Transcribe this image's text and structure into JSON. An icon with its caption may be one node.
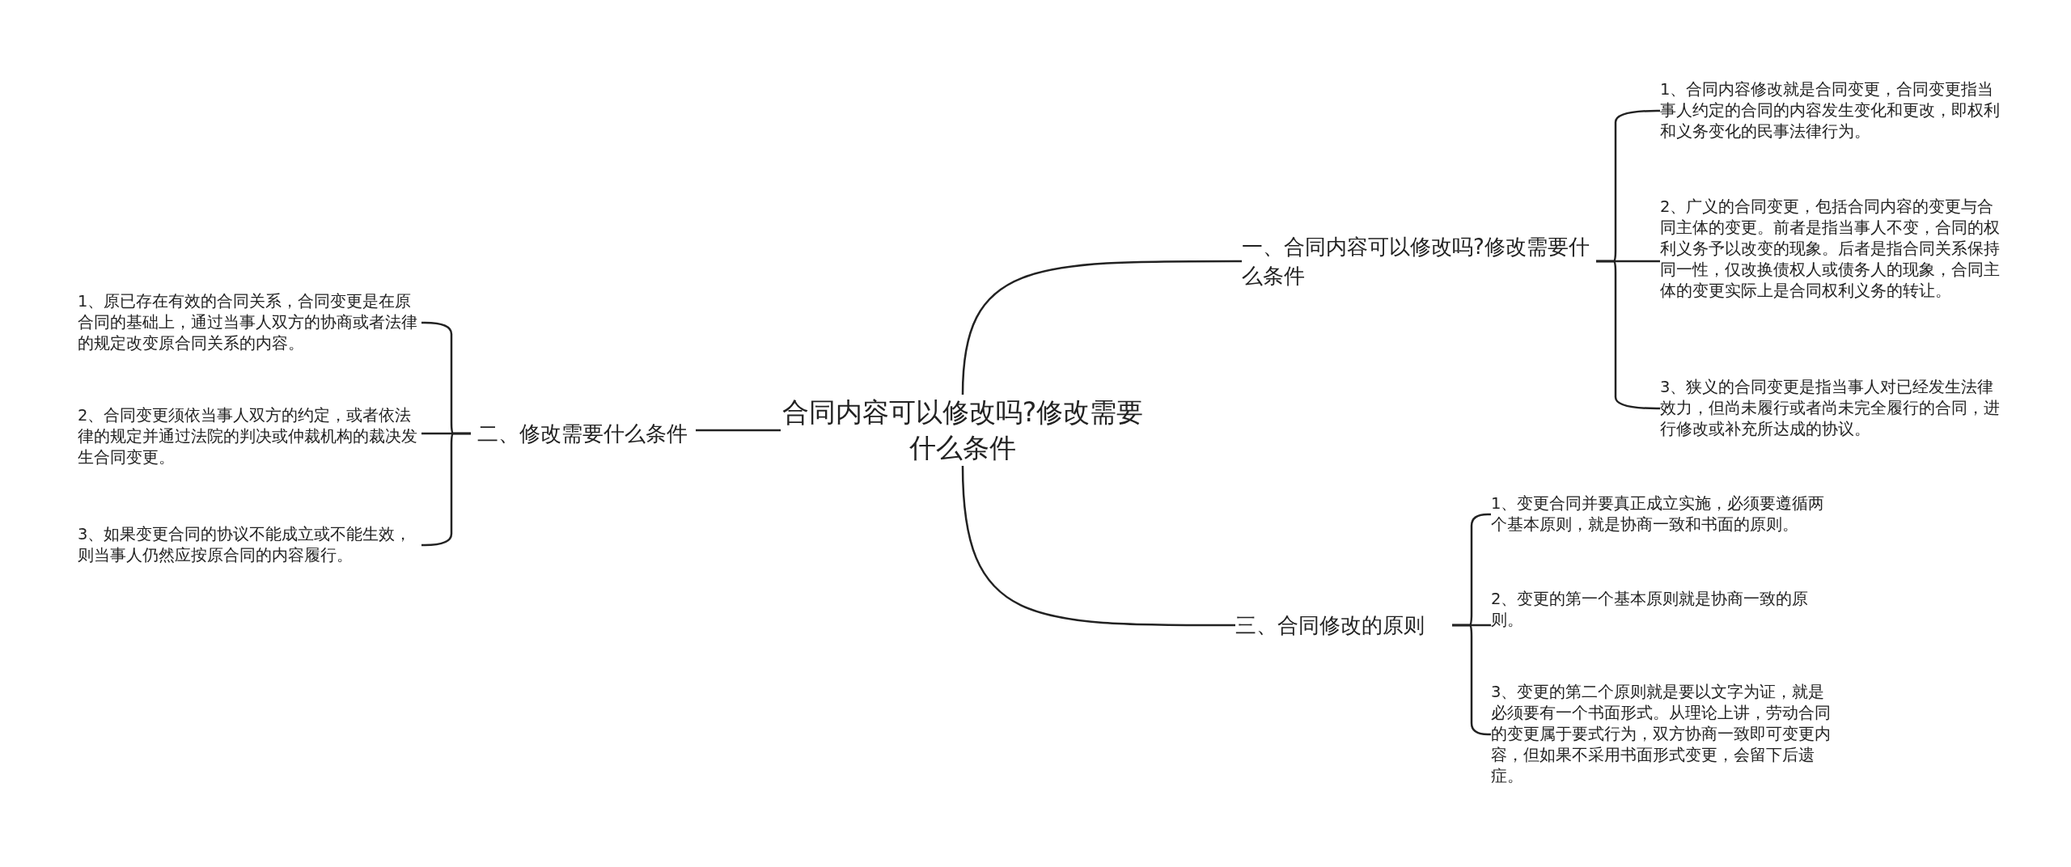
{
  "diagram": {
    "nodes": [
      {
        "text": [
          "合同内容可以修改吗?修改需要什么条件"
        ]
      },
      {
        "text": [
          "一、合同内容可以修改吗?修改需要什么条件"
        ]
      },
      {
        "text": [
          "1、合同内容修改就是合同变更，合同变更指当事人约定的合同的内容发生变化和更改，即权利和义务变化的民事法律行为。"
        ]
      },
      {
        "text": [
          "2、广义的合同变更，包括合同内容的变更与合同主体的变更。前者是指当事人不变，合同的权利义务予以改变的现象。后者是指合同关系保持同一性，仅改换债权人或债务人的现象，合同主体的变更实际上是合同权利义务的转让。"
        ]
      },
      {
        "text": [
          "3、狭义的合同变更是指当事人对已经发生法律效力，但尚未履行或者尚未完全履行的合同，进行修改或补充所达成的协议。"
        ]
      },
      {
        "text": [
          "三、合同修改的原则"
        ]
      },
      {
        "text": [
          "1、变更合同并要真正成立实施，必须要遵循两个基本原则，就是协商一致和书面的原则。"
        ]
      },
      {
        "text": [
          "2、变更的第一个基本原则就是协商一致的原则。"
        ]
      },
      {
        "text": [
          "3、变更的第二个原则就是要以文字为证，就是必须要有一个书面形式。从理论上讲，劳动合同的变更属于要式行为，双方协商一致即可变更内容，但如果不采用书面形式变更，会留下后遗症。"
        ]
      },
      {
        "text": [
          "二、修改需要什么条件"
        ]
      },
      {
        "text": [
          "1、原已存在有效的合同关系，合同变更是在原合同的基础上，通过当事人双方的协商或者法律的规定改变原合同关系的内容。"
        ]
      },
      {
        "text": [
          "2、合同变更须依当事人双方的约定，或者依法律的规定并通过法院的判决或仲裁机构的裁决发生合同变更。"
        ]
      },
      {
        "text": [
          "3、如果变更合同的协议不能成立或不能生效，则当事人仍然应按原合同的内容履行。"
        ]
      }
    ],
    "edges": [
      {
        "from": 0,
        "to": 1,
        "arrow": "none"
      },
      {
        "from": 1,
        "to": 2,
        "arrow": "none"
      },
      {
        "from": 1,
        "to": 3,
        "arrow": "none"
      },
      {
        "from": 1,
        "to": 4,
        "arrow": "none"
      },
      {
        "from": 0,
        "to": 5,
        "arrow": "none"
      },
      {
        "from": 5,
        "to": 6,
        "arrow": "none"
      },
      {
        "from": 5,
        "to": 7,
        "arrow": "none"
      },
      {
        "from": 5,
        "to": 8,
        "arrow": "none"
      },
      {
        "from": 0,
        "to": 9,
        "arrow": "none"
      },
      {
        "from": 9,
        "to": 10,
        "arrow": "none"
      },
      {
        "from": 9,
        "to": 11,
        "arrow": "none"
      },
      {
        "from": 9,
        "to": 12,
        "arrow": "none"
      }
    ]
  }
}
